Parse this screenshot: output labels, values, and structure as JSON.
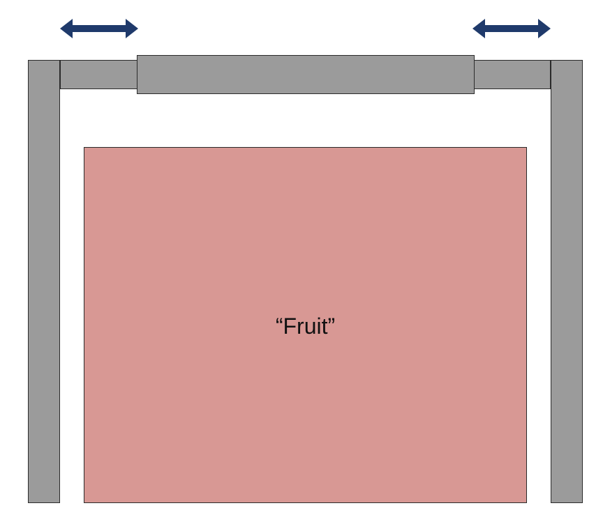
{
  "diagram": {
    "fruit_label": "“Fruit”",
    "colors": {
      "frame_fill": "#9b9b9b",
      "frame_stroke": "#2a2a2a",
      "fruit_fill": "#d89894",
      "arrow": "#1f3a6b"
    },
    "icons": {
      "left_arrow": "double-headed-horizontal-arrow",
      "right_arrow": "double-headed-horizontal-arrow"
    }
  }
}
